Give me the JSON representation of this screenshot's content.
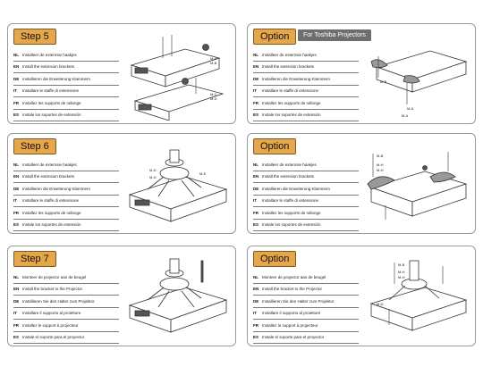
{
  "panels": [
    {
      "tag": "Step 5",
      "subtag": "",
      "lines": [
        {
          "code": "NL",
          "text": "Installeer de externsie haakjes"
        },
        {
          "code": "EN",
          "text": "Install the extension brackets"
        },
        {
          "code": "DE",
          "text": "Installieren die Erweiterung Klammern"
        },
        {
          "code": "IT",
          "text": "Installare le staffe di estensione"
        },
        {
          "code": "FR",
          "text": "Installez les supports de rallonge"
        },
        {
          "code": "ES",
          "text": "Instale los soportes de extensión"
        }
      ]
    },
    {
      "tag": "Option",
      "subtag": "For Toshiba Projectors",
      "lines": [
        {
          "code": "NL",
          "text": "Installeer de externsie haakjes"
        },
        {
          "code": "EN",
          "text": "Install the extension brackets"
        },
        {
          "code": "DE",
          "text": "Installieren die Erweiterung Klammern"
        },
        {
          "code": "IT",
          "text": "Installare le staffe di estensione"
        },
        {
          "code": "FR",
          "text": "Installez les supports de rallonge"
        },
        {
          "code": "ES",
          "text": "Instale los soportes de extensión"
        }
      ]
    },
    {
      "tag": "Step 6",
      "subtag": "",
      "lines": [
        {
          "code": "NL",
          "text": "Installeer de externsie haakjes"
        },
        {
          "code": "EN",
          "text": "Install the extension brackets"
        },
        {
          "code": "DE",
          "text": "Installieren die Erweiterung Klammern"
        },
        {
          "code": "IT",
          "text": "Installare le staffe di estensione"
        },
        {
          "code": "FR",
          "text": "Installez les supports de rallonge"
        },
        {
          "code": "ES",
          "text": "Instale los soportes de extensión"
        }
      ]
    },
    {
      "tag": "Option",
      "subtag": "",
      "lines": [
        {
          "code": "NL",
          "text": "Installeer de externsie haakjes"
        },
        {
          "code": "EN",
          "text": "Install the extension brackets"
        },
        {
          "code": "DE",
          "text": "Installieren die Erweiterung Klammern"
        },
        {
          "code": "IT",
          "text": "Installare le staffe di estensione"
        },
        {
          "code": "FR",
          "text": "Installez les supports de rallonge"
        },
        {
          "code": "ES",
          "text": "Instale los soportes de extensión"
        }
      ]
    },
    {
      "tag": "Step 7",
      "subtag": "",
      "lines": [
        {
          "code": "NL",
          "text": "Monteer de projector aan de beugel"
        },
        {
          "code": "EN",
          "text": "Install the bracket to the Projector"
        },
        {
          "code": "DE",
          "text": "Installieren Sie den Halter zum Projektor"
        },
        {
          "code": "IT",
          "text": "Installare il supporto al proiettore"
        },
        {
          "code": "FR",
          "text": "Installez le support à projecteur"
        },
        {
          "code": "ES",
          "text": "Instale el soporte para el proyector"
        }
      ]
    },
    {
      "tag": "Option",
      "subtag": "",
      "lines": [
        {
          "code": "NL",
          "text": "Monteer de projector aan de beugel"
        },
        {
          "code": "EN",
          "text": "Install the bracket to the Projector"
        },
        {
          "code": "DE",
          "text": "Installieren Sie den Halter zum Projektor"
        },
        {
          "code": "IT",
          "text": "Installare il supporto al proiettore"
        },
        {
          "code": "FR",
          "text": "Installez le support à projecteur"
        },
        {
          "code": "ES",
          "text": "Instale el soporte para el proyector"
        }
      ]
    }
  ],
  "part_labels": {
    "step5": [
      "M-A",
      "M-B",
      "M-C",
      "M-D"
    ],
    "toshiba": [
      "M-B",
      "M-A",
      "M-A"
    ],
    "step6": [
      "M-D",
      "M-E",
      "M-H"
    ],
    "option6": [
      "M-B",
      "M-H",
      "M-H"
    ],
    "option7": [
      "M-B",
      "M-H",
      "M-H",
      "M-D"
    ]
  }
}
